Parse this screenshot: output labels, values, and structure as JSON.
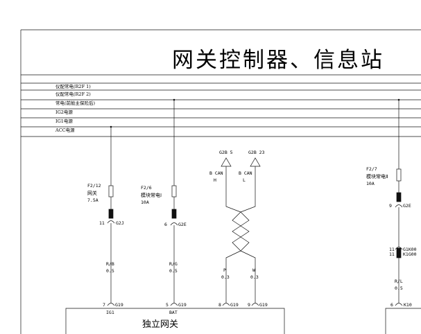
{
  "title": "网关控制器、信息站",
  "rails": [
    "仪配常电(R2F 1)",
    "仪配常电(R2F 2)",
    "常电(前舱主保险后)",
    "IG2电源",
    "IG1电源",
    "ACC电源"
  ],
  "fuse_ig1": {
    "code": "F2/12",
    "name": "网关",
    "rating": "7.5A"
  },
  "fuse_bat": {
    "code": "F2/6",
    "name": "模块常电Ⅰ",
    "rating": "10A"
  },
  "fuse_r": {
    "code": "F2/7",
    "name": "模块常电Ⅱ",
    "rating": "10A"
  },
  "conn_ig1": {
    "pin": "11",
    "code": "G2J"
  },
  "conn_bat": {
    "pin": "6",
    "code": "G2E"
  },
  "conn_r": {
    "pin": "9",
    "code": "G2E"
  },
  "conn_r2": {
    "pin1": "11",
    "pin2": "11",
    "code1": "G1K00",
    "code2": "K1G00"
  },
  "can_h": {
    "target": "G2B 5",
    "label1": "B CAN",
    "label2": "H"
  },
  "can_l": {
    "target": "G2B 23",
    "label1": "B CAN",
    "label2": "L"
  },
  "wire_ig1": {
    "color": "R/B",
    "size": "0.5"
  },
  "wire_bat": {
    "color": "R/G",
    "size": "0.5"
  },
  "wire_canh": {
    "color": "P",
    "size": "0.3"
  },
  "wire_canl": {
    "color": "W",
    "size": "0.3"
  },
  "wire_r": {
    "color": "R/L",
    "size": "0.5"
  },
  "pins": {
    "ig1": {
      "num": "7",
      "code": "G19",
      "name": "IG1"
    },
    "bat": {
      "num": "5",
      "code": "G19",
      "name": "BAT"
    },
    "canh": {
      "num": "8",
      "code": "G19"
    },
    "canl": {
      "num": "9",
      "code": "G19"
    },
    "r": {
      "num": "6",
      "code": "K10"
    }
  },
  "module": {
    "name": "独立网关"
  }
}
